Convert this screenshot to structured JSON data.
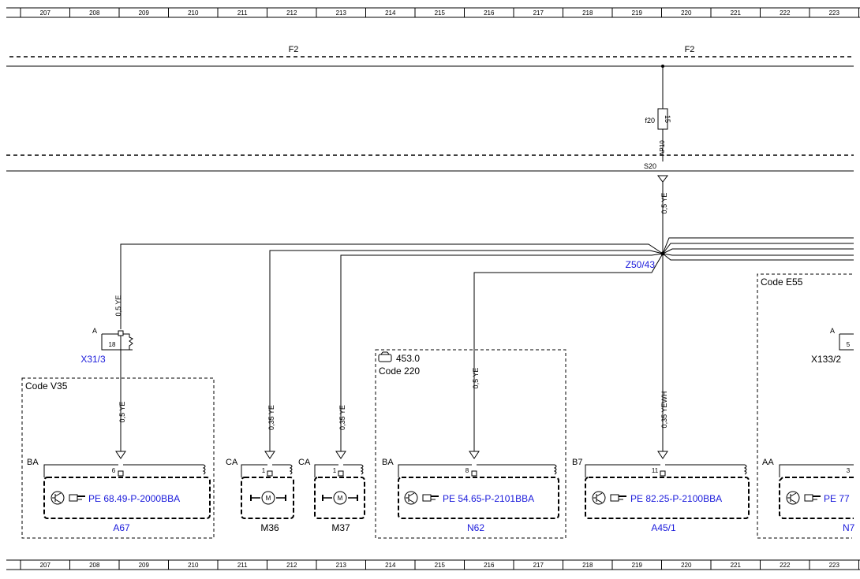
{
  "ruler": {
    "columns": [
      "207",
      "208",
      "209",
      "210",
      "211",
      "212",
      "213",
      "214",
      "215",
      "216",
      "217",
      "218",
      "219",
      "220",
      "221",
      "222",
      "223"
    ]
  },
  "bus": {
    "f2_left": "F2",
    "f2_right": "F2"
  },
  "fuse": {
    "name": "f20",
    "rating": "15",
    "terminal": "AP10",
    "splice": "S20"
  },
  "wires": {
    "main_down": "0,5 YE",
    "x313_top": "0,5 YE",
    "a67_wire": "0,5 YE",
    "m36_wire": "0,35 YE",
    "m37_wire": "0,35 YE",
    "n62_wire": "0,5 YE",
    "a451_wire": "0,35 YEWH"
  },
  "splice_z50": "Z50/43",
  "connectors": {
    "x313": {
      "label": "X31/3",
      "side": "A",
      "pin": "18"
    },
    "x1332": {
      "label": "X133/2",
      "side": "A",
      "pin": "5"
    }
  },
  "codes": {
    "v35": "Code V35",
    "e55": "Code E55",
    "c220": "Code 220",
    "c453": "453.0"
  },
  "components": {
    "a67": {
      "plug": "BA",
      "pin": "6",
      "ref": "PE 68.49-P-2000BBA",
      "name": "A67"
    },
    "m36": {
      "plug": "CA",
      "pin": "1",
      "name": "M36",
      "motor": "M"
    },
    "m37": {
      "plug": "CA",
      "pin": "1",
      "name": "M37",
      "motor": "M"
    },
    "n62": {
      "plug": "BA",
      "pin": "8",
      "ref": "PE 54.65-P-2101BBA",
      "name": "N62"
    },
    "a451": {
      "plug": "B7",
      "pin": "11",
      "ref": "PE 82.25-P-2100BBA",
      "name": "A45/1"
    },
    "n7": {
      "plug": "AA",
      "pin": "3",
      "ref": "PE 77",
      "name": "N7"
    }
  }
}
